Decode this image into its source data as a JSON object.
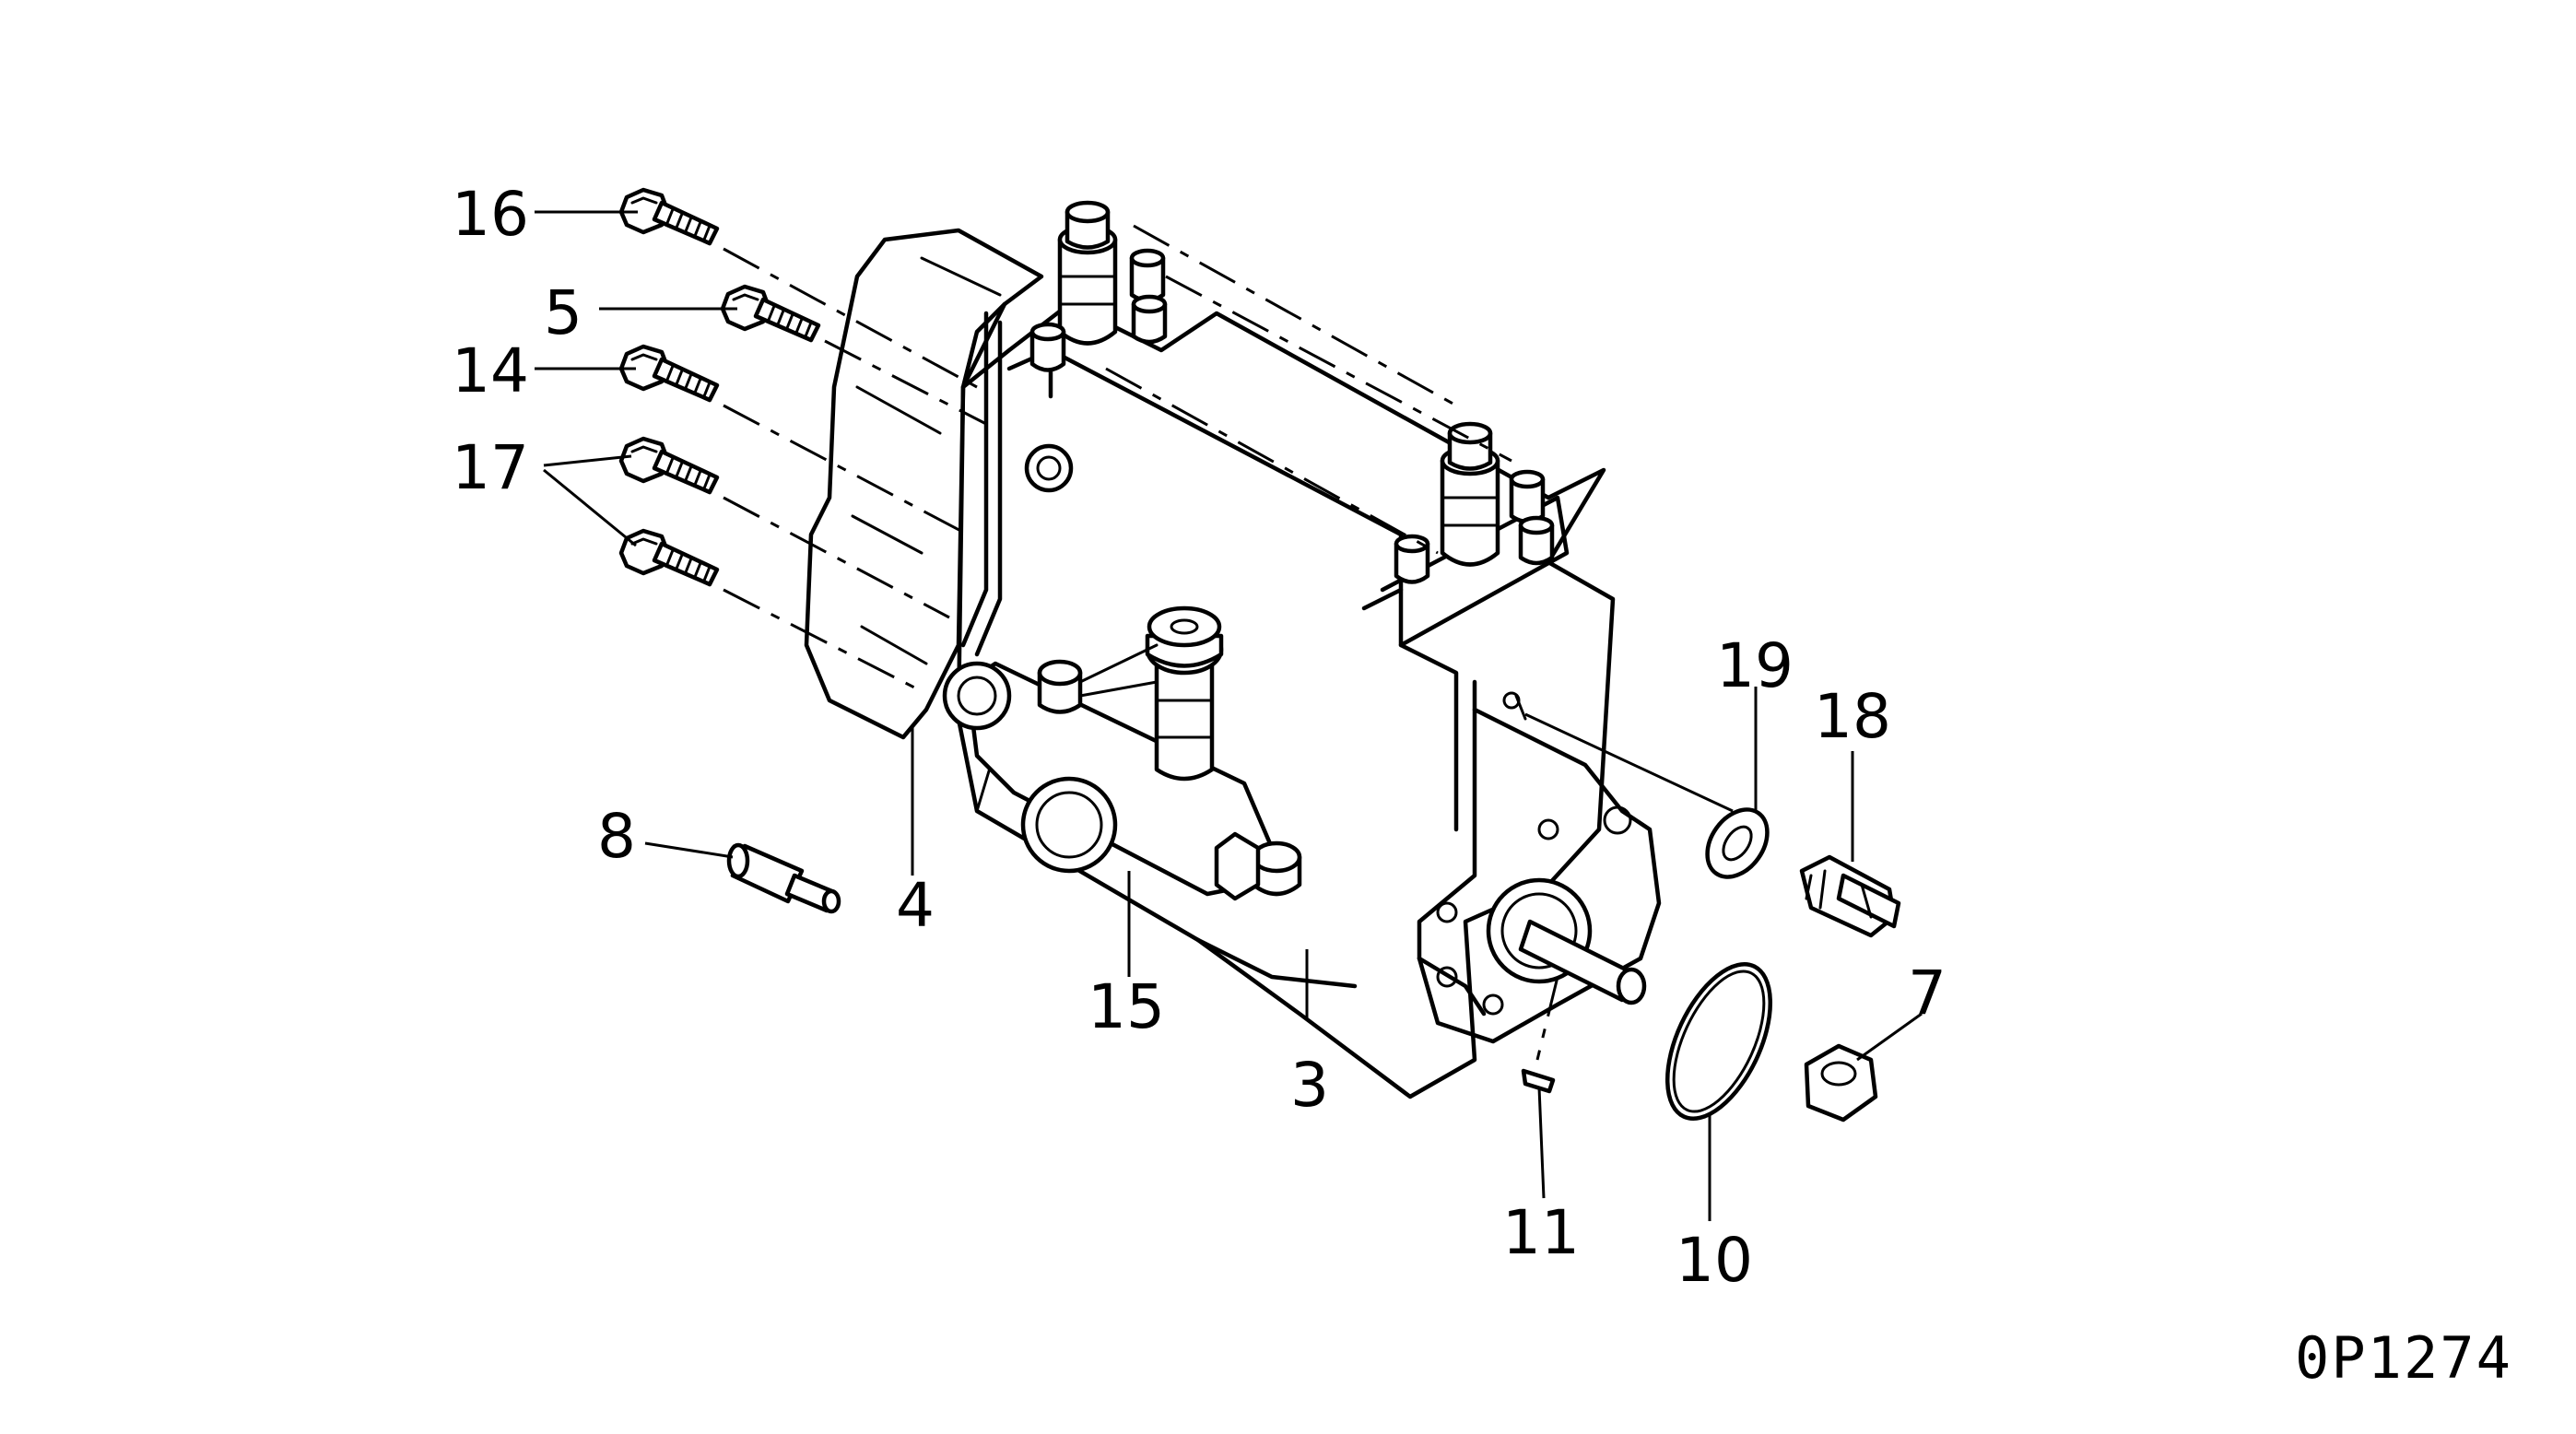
{
  "diagram": {
    "drawing_code": "0P1274",
    "callouts": [
      {
        "id": "c16",
        "label": "16"
      },
      {
        "id": "c5",
        "label": "5"
      },
      {
        "id": "c14",
        "label": "14"
      },
      {
        "id": "c17",
        "label": "17"
      },
      {
        "id": "c8",
        "label": "8"
      },
      {
        "id": "c4",
        "label": "4"
      },
      {
        "id": "c15",
        "label": "15"
      },
      {
        "id": "c3",
        "label": "3"
      },
      {
        "id": "c11",
        "label": "11"
      },
      {
        "id": "c10",
        "label": "10"
      },
      {
        "id": "c19",
        "label": "19"
      },
      {
        "id": "c18",
        "label": "18"
      },
      {
        "id": "c7",
        "label": "7"
      }
    ]
  }
}
